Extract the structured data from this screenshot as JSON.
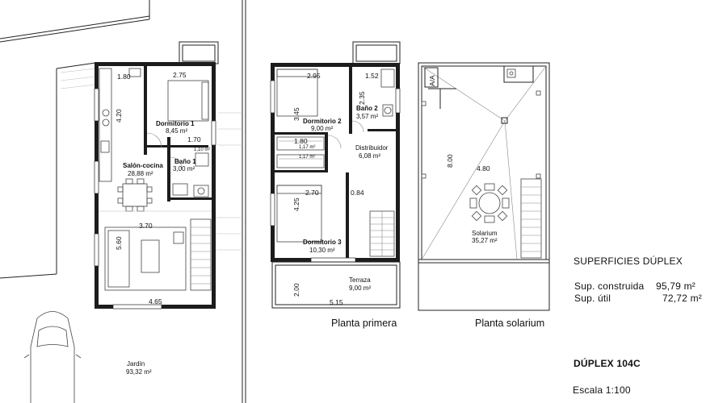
{
  "ground_floor": {
    "rooms": [
      {
        "name": "Dormitorio 1",
        "area": "8,45 m²"
      },
      {
        "name": "Salón-cocina",
        "area": "28,88 m²"
      },
      {
        "name": "Baño 1",
        "area": "3,00 m²"
      }
    ],
    "dims": [
      "1.80",
      "2.75",
      "4.20",
      "1.70",
      "1,10 m²",
      "3.70",
      "5.60",
      "4.65"
    ],
    "garden": {
      "name": "Jardín",
      "area": "93,32 m²"
    }
  },
  "first_floor": {
    "title": "Planta primera",
    "rooms": [
      {
        "name": "Dormitorio 2",
        "area": "9,00 m²"
      },
      {
        "name": "Baño 2",
        "area": "3,57 m²"
      },
      {
        "name": "Distribuidor",
        "area": "6,08 m²"
      },
      {
        "name": "Dormitorio 3",
        "area": "10,30 m²"
      },
      {
        "name": "Terraza",
        "area": "9,00 m²"
      }
    ],
    "dims": [
      "2.95",
      "1.52",
      "3.45",
      "2.35",
      "1.80",
      "1,17 m²",
      "1,17 m²",
      "2.70",
      "0.84",
      "4.25",
      "2.00",
      "5.15"
    ]
  },
  "solarium": {
    "title": "Planta solarium",
    "aa_label": "A/A",
    "dims": [
      "8.00",
      "4.80"
    ],
    "room": {
      "name": "Solarium",
      "area": "35,27 m²"
    }
  },
  "info": {
    "surfaces_title": "SUPERFICIES DÚPLEX",
    "built_label": "Sup. construida",
    "built_value": "95,79 m²",
    "useful_label": "Sup. útil",
    "useful_value": "72,72 m²",
    "model": "DÚPLEX 104C",
    "scale": "Escala 1:100"
  }
}
